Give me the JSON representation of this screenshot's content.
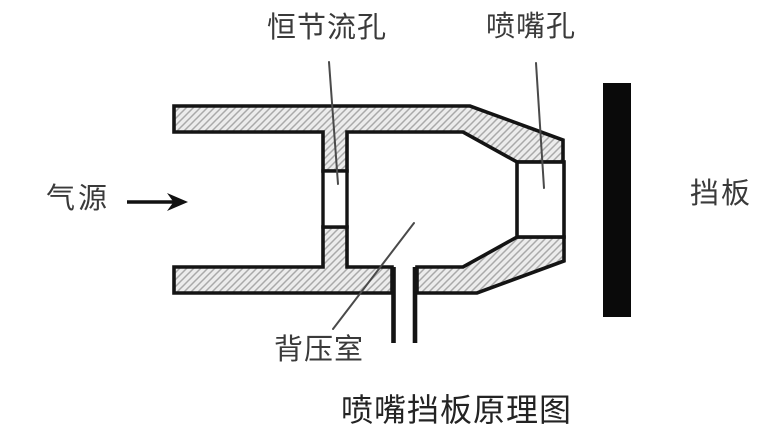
{
  "figure": {
    "caption": "喷嘴挡板原理图",
    "labels": {
      "fixed_orifice": "恒节流孔",
      "nozzle_hole": "喷嘴孔",
      "air_supply": "气源",
      "flapper": "挡板",
      "back_pressure_chamber": "背压室"
    },
    "colors": {
      "background": "#ffffff",
      "outline": "#141414",
      "hatch_fill": "#ececec",
      "hatch_line": "#a9a9a9",
      "passage_fill": "#ffffff",
      "flapper_fill": "#0a0a0a",
      "arrow": "#111111",
      "leader_line": "#4a4a4a",
      "label_text": "#3a3a3a",
      "caption_text": "#232323"
    }
  }
}
